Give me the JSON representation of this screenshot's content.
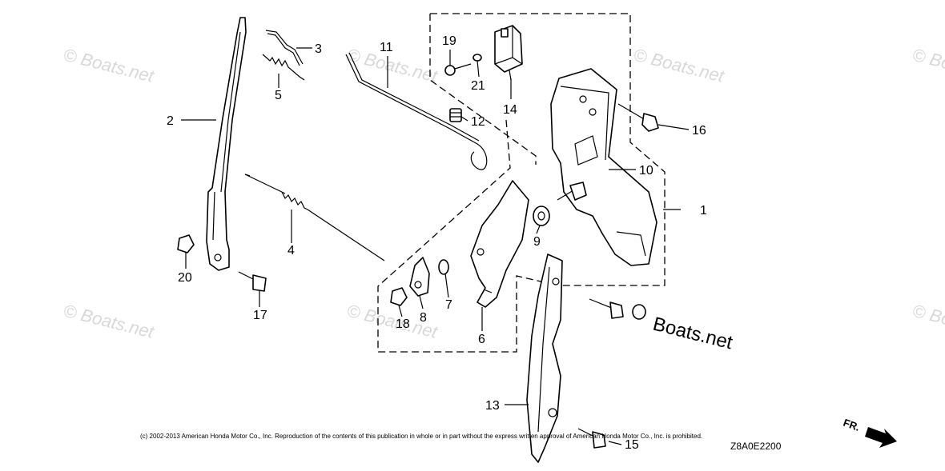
{
  "callouts": [
    {
      "id": "c1",
      "label": "1"
    },
    {
      "id": "c2",
      "label": "2"
    },
    {
      "id": "c3",
      "label": "3"
    },
    {
      "id": "c4",
      "label": "4"
    },
    {
      "id": "c5",
      "label": "5"
    },
    {
      "id": "c6",
      "label": "6"
    },
    {
      "id": "c7",
      "label": "7"
    },
    {
      "id": "c8",
      "label": "8"
    },
    {
      "id": "c9",
      "label": "9"
    },
    {
      "id": "c10",
      "label": "10"
    },
    {
      "id": "c11",
      "label": "11"
    },
    {
      "id": "c12",
      "label": "12"
    },
    {
      "id": "c13",
      "label": "13"
    },
    {
      "id": "c14",
      "label": "14"
    },
    {
      "id": "c15",
      "label": "15"
    },
    {
      "id": "c16",
      "label": "16"
    },
    {
      "id": "c17",
      "label": "17"
    },
    {
      "id": "c18",
      "label": "18"
    },
    {
      "id": "c19",
      "label": "19"
    },
    {
      "id": "c20",
      "label": "20"
    },
    {
      "id": "c21",
      "label": "21"
    }
  ],
  "watermark": "© Boats.net",
  "brand_mark": "Boats.net",
  "copyright": "(c) 2002-2013 American Honda Motor Co., Inc. Reproduction of the contents of this publication in whole or in part without the express written approval of American Honda Motor Co., Inc. is prohibited.",
  "diagram_code": "Z8A0E2200",
  "direction_label": "FR."
}
